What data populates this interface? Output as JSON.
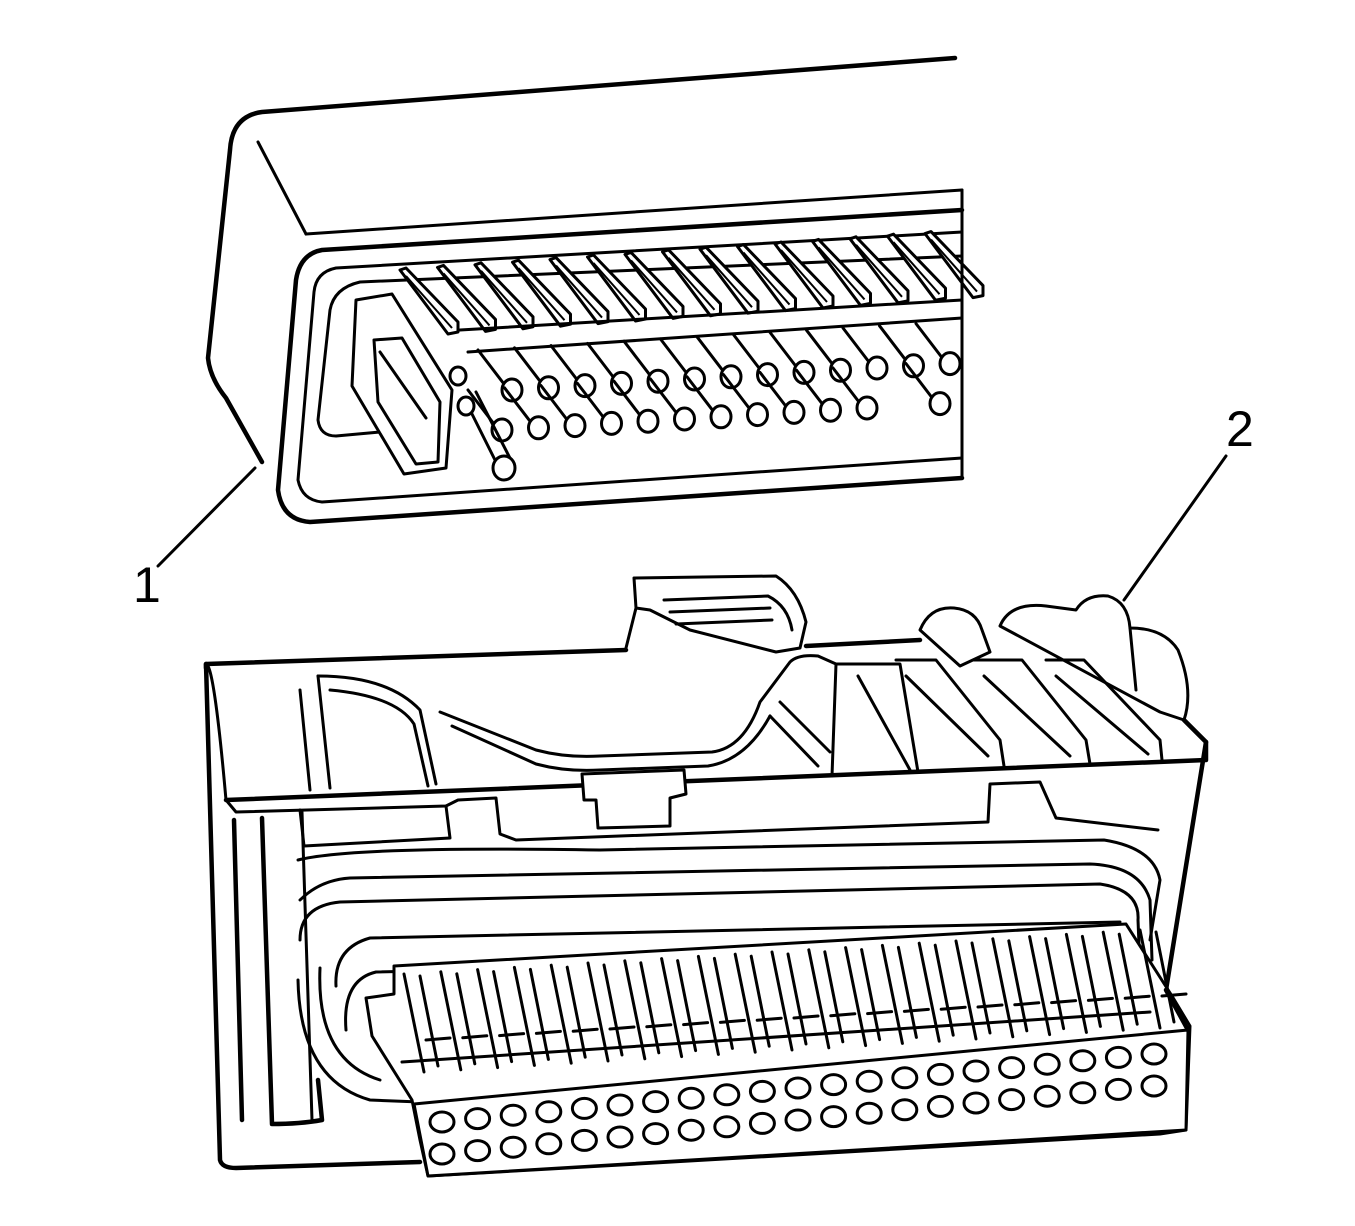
{
  "callouts": [
    {
      "number": "1",
      "part": "control-module-header"
    },
    {
      "number": "2",
      "part": "harness-connector"
    }
  ],
  "header_connector": {
    "upper_blade_count": 15,
    "lower_pin_row_count": 2
  },
  "harness_connector": {
    "terminal_rows": 2,
    "terminals_per_row": 21
  },
  "colors": {
    "line": "#000000",
    "background": "#ffffff"
  }
}
